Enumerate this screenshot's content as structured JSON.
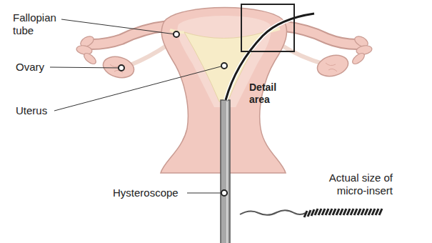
{
  "diagram": {
    "nodes": [
      {
        "text": [
          "Detail area"
        ]
      }
    ],
    "labels": [
      "Fallopian tube",
      "Ovary",
      "Uterus",
      "Hysteroscope",
      "Actual size of micro-insert"
    ]
  }
}
